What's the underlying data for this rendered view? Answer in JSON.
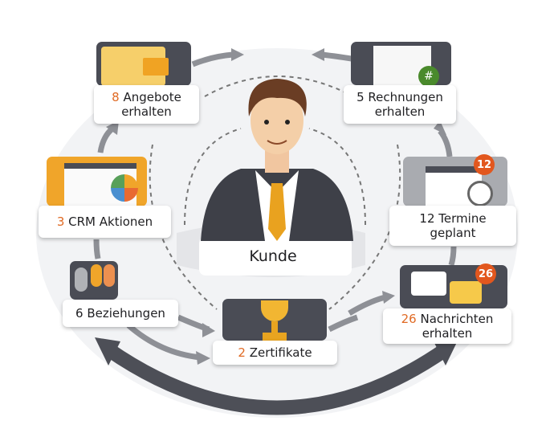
{
  "center": {
    "label": "Kunde"
  },
  "nodes": {
    "angebote": {
      "count": "8",
      "line1": "Angebote",
      "line2": "erhalten",
      "icon": "shopping-cart-folder-icon"
    },
    "rechnungen": {
      "count": "5",
      "line1": "Rechnungen",
      "line2": "erhalten",
      "icon": "invoice-checklist-icon"
    },
    "crm": {
      "count": "3",
      "line1": "CRM Aktionen",
      "icon": "crm-dashboard-icon"
    },
    "termine": {
      "count": "12",
      "line1": "Termine",
      "line2": "geplant",
      "badge": "12",
      "icon": "calendar-clock-icon"
    },
    "beziehungen": {
      "count": "6",
      "line1": "Beziehungen",
      "icon": "people-group-icon"
    },
    "zertifikate": {
      "count": "2",
      "line1": "Zertifikate",
      "icon": "trophy-icon"
    },
    "nachrichten": {
      "count": "26",
      "line1": "Nachrichten",
      "line2": "erhalten",
      "badge": "26",
      "icon": "message-mail-icon"
    }
  },
  "colors": {
    "accent": "#e06a24",
    "dark": "#4a4c55",
    "arrow": "#8e9096",
    "gold": "#f2b632"
  }
}
